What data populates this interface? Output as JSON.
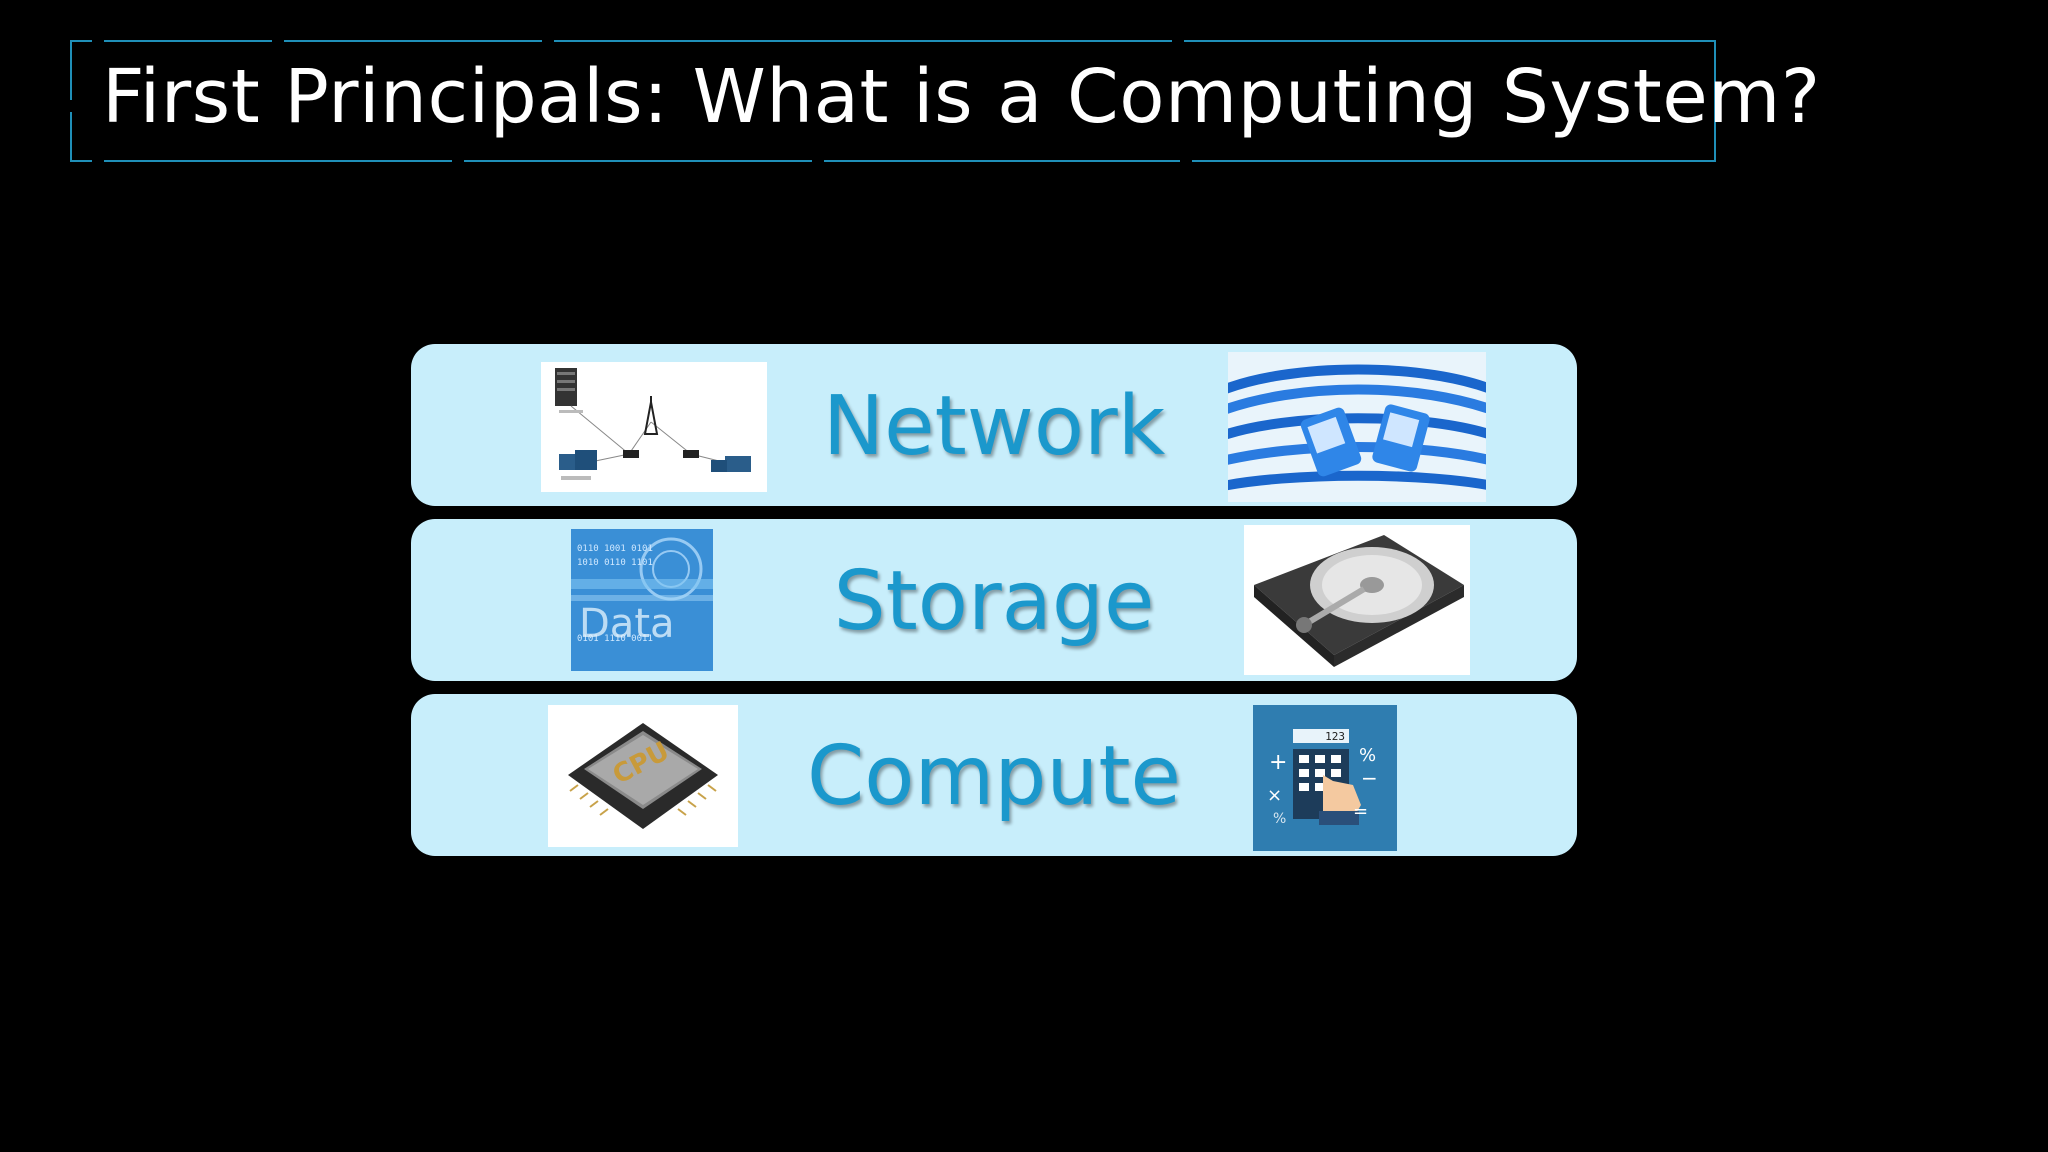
{
  "slide": {
    "title": "First Principals: What is a Computing System?",
    "accent_color": "#1f8fb8",
    "row_color": "#c8eefb",
    "label_color": "#1b98cc"
  },
  "rows": [
    {
      "label": "Network",
      "left_icon": "network-diagram-icon",
      "right_icon": "ethernet-cable-icon"
    },
    {
      "label": "Storage",
      "left_icon": "data-binary-icon",
      "right_icon": "hard-drive-icon",
      "left_text": "Data"
    },
    {
      "label": "Compute",
      "left_icon": "cpu-chip-icon",
      "right_icon": "calculator-icon",
      "left_text": "CPU",
      "right_text": "123"
    }
  ]
}
